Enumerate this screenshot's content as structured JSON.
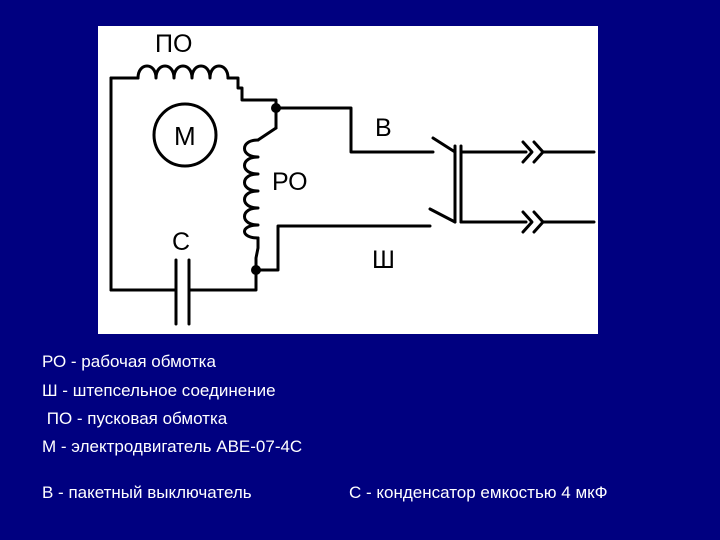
{
  "colors": {
    "background": "#000080",
    "panel": "#ffffff",
    "ink": "#000000",
    "legend_text": "#ffffff"
  },
  "diagram": {
    "labels": {
      "start_winding": "ПО",
      "motor": "М",
      "run_winding": "РО",
      "capacitor": "С",
      "switch": "В",
      "plug": "Ш"
    }
  },
  "legend": {
    "line1": "РО - рабочая обмотка",
    "line2": "Ш - штепсельное соединение",
    "line3": " ПО - пусковая обмотка",
    "line4": "М - электродвигатель АВЕ-07-4С",
    "line5a": "В - пакетный выключатель",
    "line5b": "С - конденсатор емкостью 4 мкФ"
  }
}
